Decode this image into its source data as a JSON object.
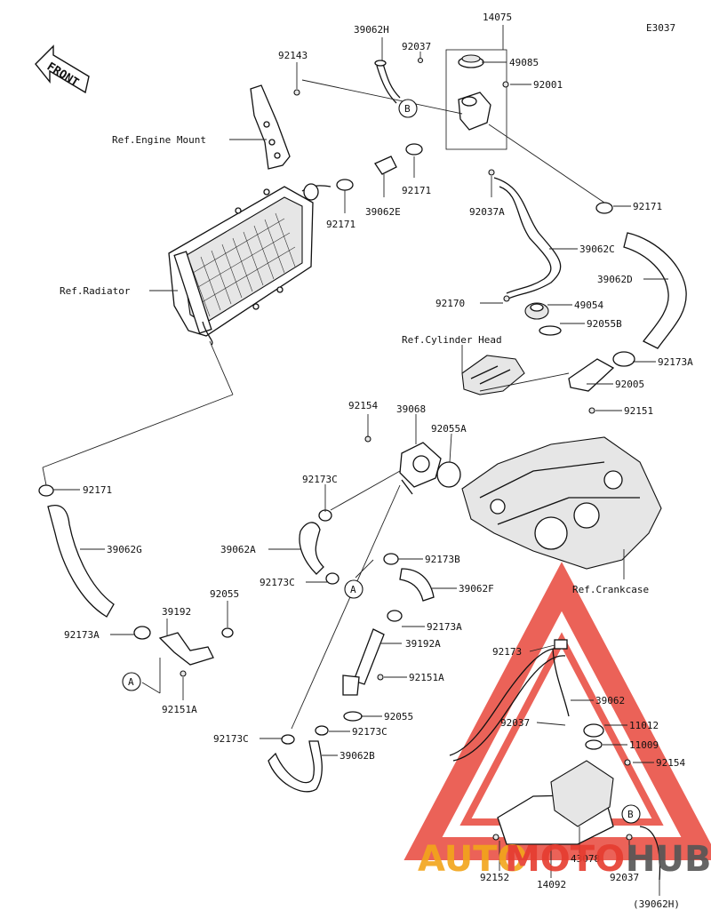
{
  "diagram_code": "E3037",
  "front_label": "FRONT",
  "labels": {
    "p14075": "14075",
    "p39062H_top": "39062H",
    "p92037_top": "92037",
    "p49085": "49085",
    "p92001": "92001",
    "p92143": "92143",
    "ref_engine_mount": "Ref.Engine Mount",
    "p92171_a": "92171",
    "p39062E": "39062E",
    "p92171_b": "92171",
    "p92037A": "92037A",
    "p92171_c": "92171",
    "p39062C": "39062C",
    "p39062D": "39062D",
    "ref_radiator": "Ref.Radiator",
    "p92170": "92170",
    "p49054": "49054",
    "p92055B": "92055B",
    "ref_cylinder_head": "Ref.Cylinder Head",
    "p92173A_right": "92173A",
    "p92005": "92005",
    "p92151": "92151",
    "p92154_mid": "92154",
    "p39068": "39068",
    "p92055A": "92055A",
    "p92171_left": "92171",
    "p92173C_top": "92173C",
    "p39062G": "39062G",
    "p39062A": "39062A",
    "p92173B": "92173B",
    "p92173C_mid": "92173C",
    "p39062F": "39062F",
    "ref_crankcase": "Ref.Crankcase",
    "p92055_left": "92055",
    "p39192": "39192",
    "p92173A_left": "92173A",
    "p92173A_mid": "92173A",
    "p39192A": "39192A",
    "p92151A_left": "92151A",
    "p92151A_mid": "92151A",
    "p92173": "92173",
    "p39062": "39062",
    "p92055_mid": "92055",
    "p92037_bottom": "92037",
    "p11012": "11012",
    "p92173C_bl": "92173C",
    "p92173C_br": "92173C",
    "p11009": "11009",
    "p39062B": "39062B",
    "p92154_bottom": "92154",
    "p43078": "43078",
    "p92152": "92152",
    "p14092": "14092",
    "p92037_br": "92037",
    "p39062H_bottom": "(39062H)"
  },
  "callouts": {
    "A": "A",
    "B": "B"
  },
  "watermark": {
    "text_auto": "AUTO",
    "text_moto": "MOTO",
    "text_hub": "HUB",
    "color_auto": "#f2a51b",
    "color_moto": "#e63c2f",
    "color_hub": "#555555",
    "triangle_color": "#e63c2f"
  }
}
